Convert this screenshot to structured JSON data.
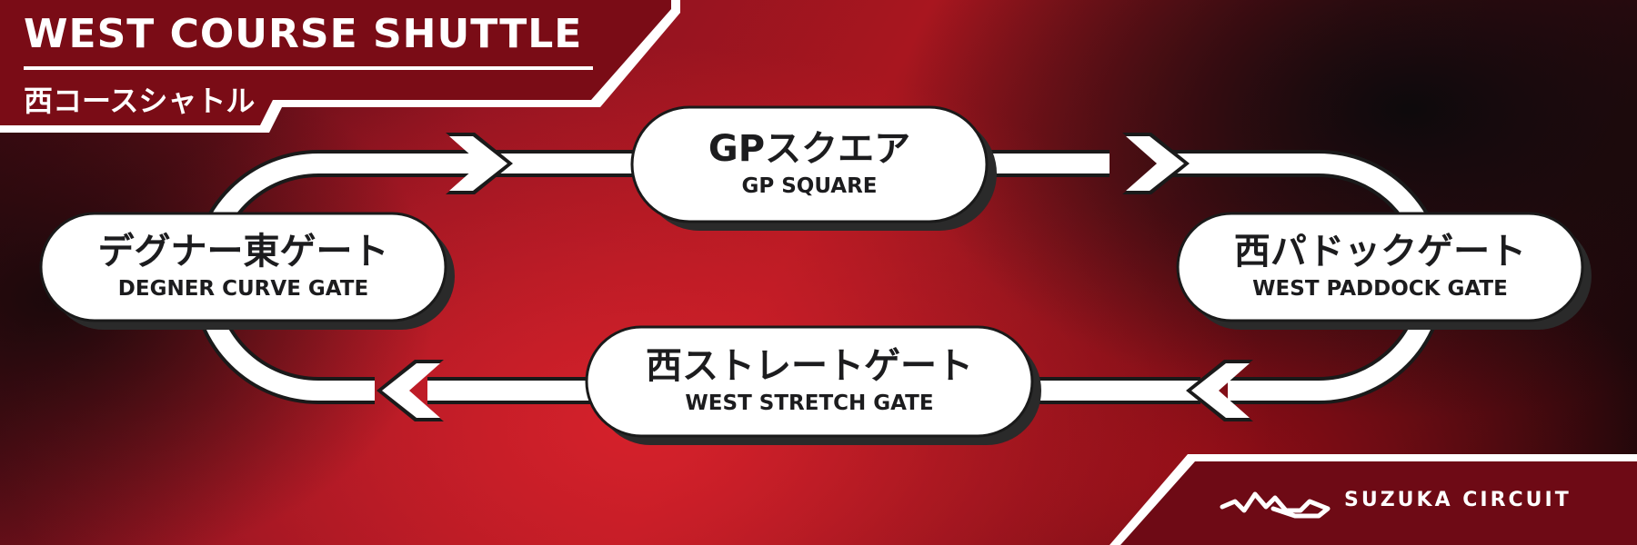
{
  "title": {
    "en": "WEST COURSE SHUTTLE",
    "ja": "西コースシャトル"
  },
  "stations": {
    "gp_square": {
      "ja": "GPスクエア",
      "en": "GP SQUARE"
    },
    "west_paddock_gate": {
      "ja": "西パドックゲート",
      "en": "WEST PADDOCK GATE"
    },
    "west_stretch_gate": {
      "ja": "西ストレートゲート",
      "en": "WEST STRETCH GATE"
    },
    "degner_east_gate": {
      "ja": "デグナー東ゲート",
      "en": "DEGNER CURVE GATE"
    }
  },
  "logo": {
    "text": "SUZUKA CIRCUIT",
    "icon": "suzuka-circuit-track-icon"
  },
  "colors": {
    "red": "#b3141f",
    "dark_red": "#5a0d14",
    "white": "#ffffff",
    "ink": "#1c1c1e"
  }
}
